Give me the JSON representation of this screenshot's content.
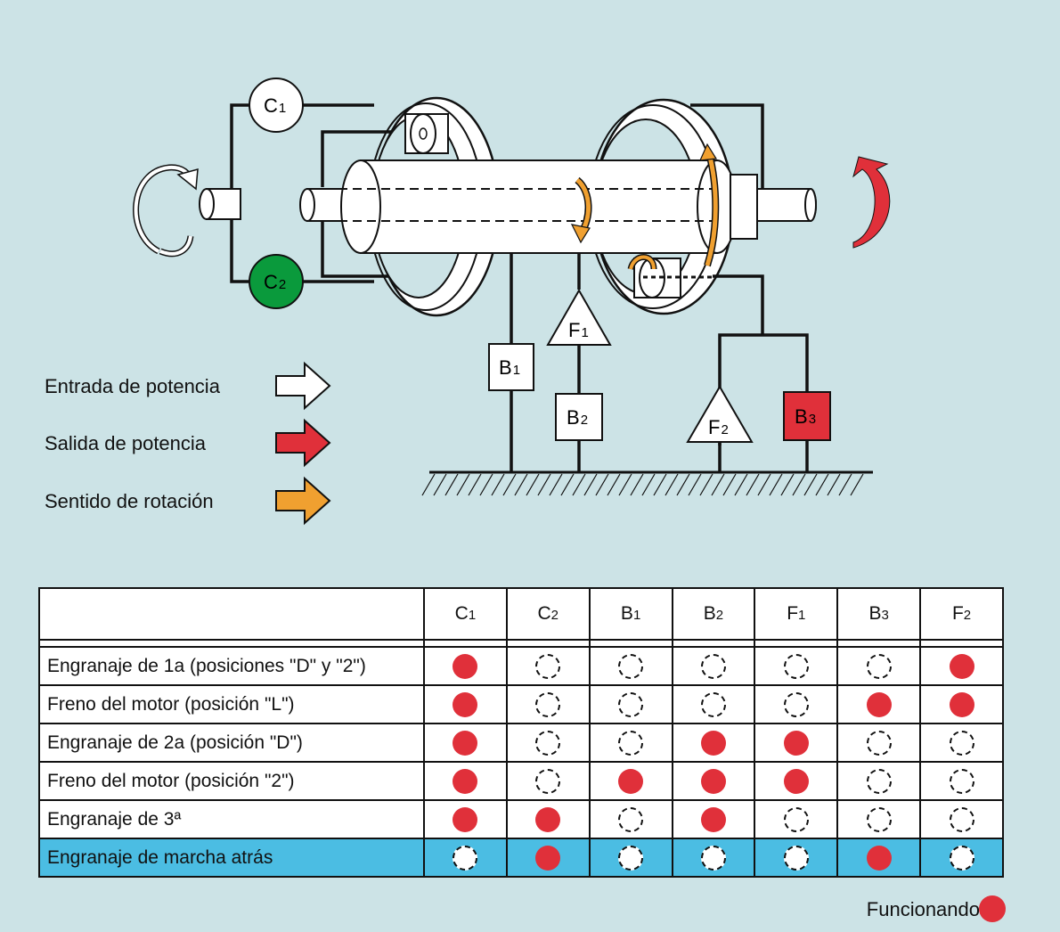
{
  "diagram": {
    "c1": {
      "letter": "C",
      "sub": "1"
    },
    "c2": {
      "letter": "C",
      "sub": "2",
      "color": "#0a9a3c"
    },
    "b1": {
      "letter": "B",
      "sub": "1"
    },
    "b2": {
      "letter": "B",
      "sub": "2"
    },
    "b3": {
      "letter": "B",
      "sub": "3",
      "color": "#e0303a"
    },
    "f1": {
      "letter": "F",
      "sub": "1"
    },
    "f2": {
      "letter": "F",
      "sub": "2"
    }
  },
  "legend": {
    "input": {
      "label": "Entrada de potencia",
      "color": "#ffffff"
    },
    "output": {
      "label": "Salida de potencia",
      "color": "#e0303a"
    },
    "rotation": {
      "label": "Sentido de rotación",
      "color": "#f0a030"
    }
  },
  "table": {
    "columns": [
      {
        "letter": "C",
        "sub": "1"
      },
      {
        "letter": "C",
        "sub": "2"
      },
      {
        "letter": "B",
        "sub": "1"
      },
      {
        "letter": "B",
        "sub": "2"
      },
      {
        "letter": "F",
        "sub": "1"
      },
      {
        "letter": "B",
        "sub": "3"
      },
      {
        "letter": "F",
        "sub": "2"
      }
    ],
    "rows": [
      {
        "label": "Engranaje de 1a (posiciones \"D\" y \"2\")",
        "states": [
          true,
          false,
          false,
          false,
          false,
          false,
          true
        ]
      },
      {
        "label": "Freno del motor (posición \"L\")",
        "states": [
          true,
          false,
          false,
          false,
          false,
          true,
          true
        ]
      },
      {
        "label": "Engranaje de 2a (posición \"D\")",
        "states": [
          true,
          false,
          false,
          true,
          true,
          false,
          false
        ]
      },
      {
        "label": "Freno del motor (posición \"2\")",
        "states": [
          true,
          false,
          true,
          true,
          true,
          false,
          false
        ]
      },
      {
        "label": "Engranaje de 3ª",
        "states": [
          true,
          true,
          false,
          true,
          false,
          false,
          false
        ]
      },
      {
        "label": "Engranaje de marcha atrás",
        "states": [
          false,
          true,
          false,
          false,
          false,
          true,
          false
        ],
        "highlight_color": "#4bbde3"
      }
    ]
  },
  "footer": {
    "label": "Funcionando",
    "color": "#e0303a"
  }
}
